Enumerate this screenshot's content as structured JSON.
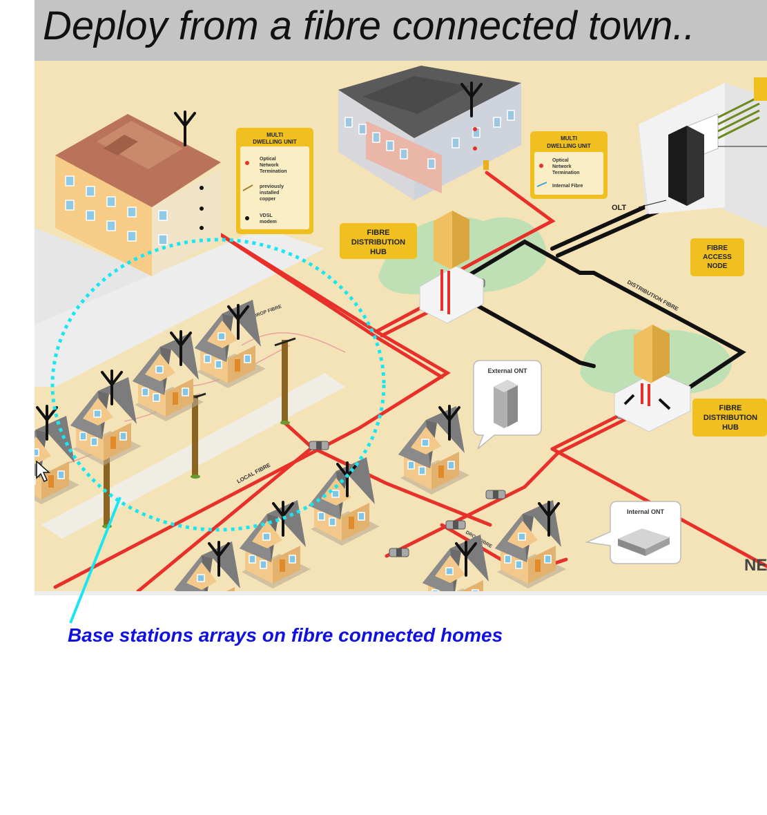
{
  "title": "Deploy from a fibre connected town..",
  "caption": "Base stations arrays on fibre connected homes",
  "labels": {
    "mdu_left": {
      "heading_1": "MULTI",
      "heading_2": "DWELLING UNIT",
      "items": [
        "Optical",
        "Network",
        "Termination",
        "previously",
        "installed",
        "copper",
        "VDSL",
        "modem"
      ]
    },
    "mdu_right": {
      "heading_1": "MULTI",
      "heading_2": "DWELLING UNIT",
      "items": [
        "Optical",
        "Network",
        "Termination",
        "Internal Fibre"
      ]
    },
    "fdh_left": [
      "FIBRE",
      "DISTRIBUTION",
      "HUB"
    ],
    "fdh_right": [
      "FIBRE",
      "DISTRIBUTION",
      "HUB"
    ],
    "fan": [
      "FIBRE",
      "ACCESS",
      "NODE"
    ],
    "olt": "OLT",
    "external_ont": "External ONT",
    "internal_ont": "Internal ONT",
    "distribution_fibre": "DISTRIBUTION FIBRE",
    "local_fibre": "LOCAL FIBRE",
    "drop_fibre": "DROP FIBRE",
    "logo_partial": "NE"
  },
  "colors": {
    "title_bg": "#c4c4c4",
    "scene_bg": "#f5e3b8",
    "fibre_red": "#e8302a",
    "label_yellow": "#f0c020",
    "circle_cyan": "#19e6f0",
    "caption_blue": "#1010e0"
  }
}
